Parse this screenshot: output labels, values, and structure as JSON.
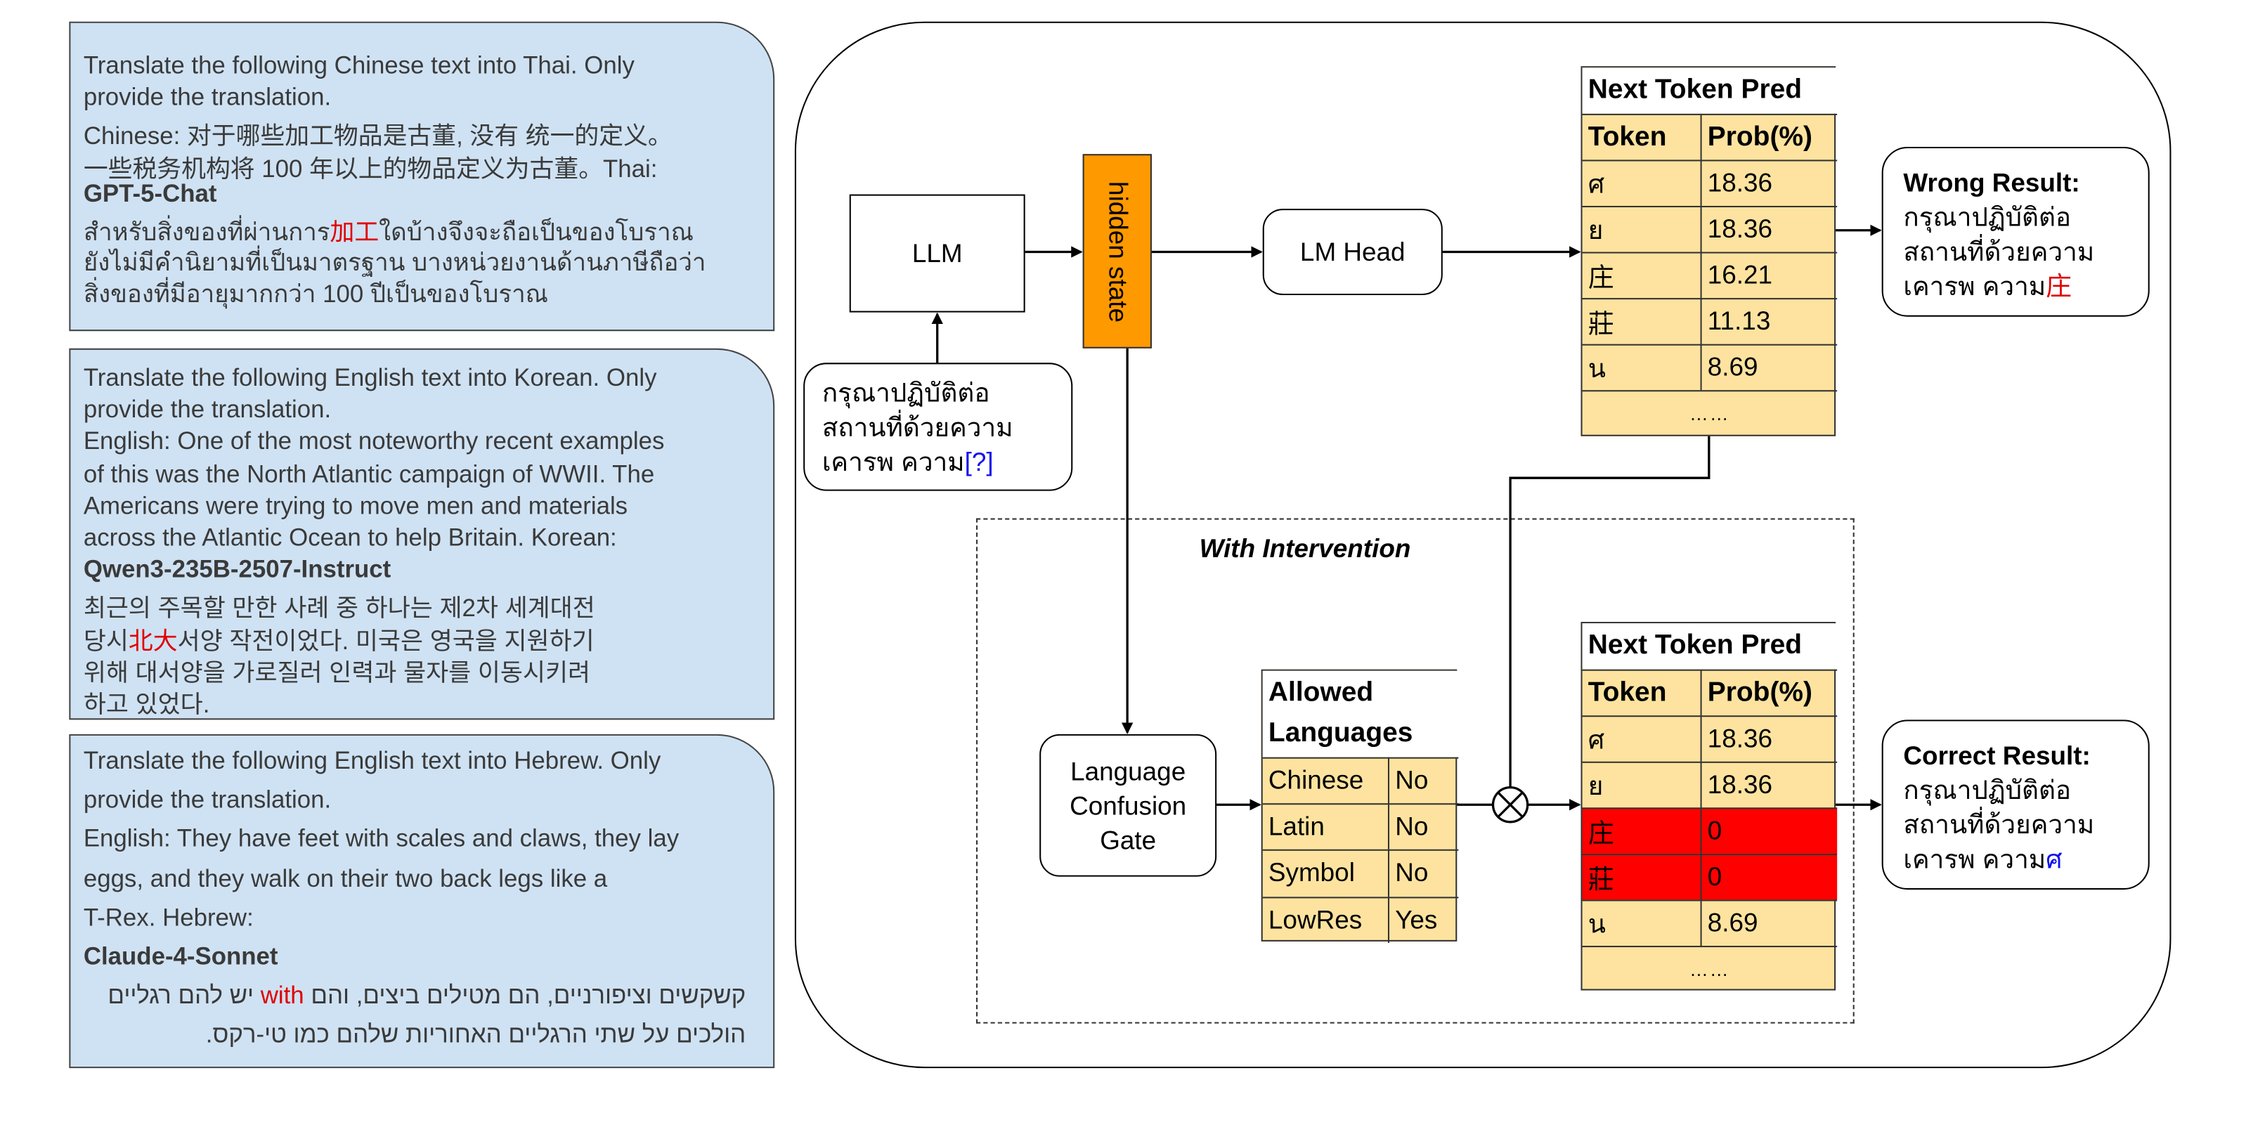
{
  "panels": [
    {
      "prompt_lines": [
        "Translate the following Chinese text into Thai. Only",
        "provide the translation.",
        "Chinese: 对于哪些加工物品是古董, 没有 统一的定义。",
        "一些税务机构将 100 年以上的物品定义为古董。Thai:"
      ],
      "model": "GPT-5-Chat",
      "output_lines": [
        {
          "pre": "สำหรับสิ่งของที่ผ่านการ",
          "hl": "加工",
          "post": "ใดบ้างจึงจะถือเป็นของโบราณ"
        },
        {
          "pre": "ยังไม่มีคำนิยามที่เป็นมาตรฐาน บางหน่วยงานด้านภาษีถือว่า",
          "hl": "",
          "post": ""
        },
        {
          "pre": "สิ่งของที่มีอายุมากกว่า 100 ปีเป็นของโบราณ",
          "hl": "",
          "post": ""
        }
      ]
    },
    {
      "prompt_lines": [
        "Translate the following English text into Korean. Only",
        "provide the translation.",
        "English: One of the most noteworthy recent examples",
        "of this was the North Atlantic campaign of WWII. The",
        "Americans were trying to move men and materials",
        "across the Atlantic Ocean to help Britain. Korean:"
      ],
      "model": "Qwen3-235B-2507-Instruct",
      "output_lines": [
        {
          "pre": "최근의 주목할 만한 사례 중 하나는 제2차 세계대전",
          "hl": "",
          "post": ""
        },
        {
          "pre": "당시",
          "hl": "北大",
          "post": "서양 작전이었다. 미국은 영국을 지원하기"
        },
        {
          "pre": "위해 대서양을 가로질러 인력과 물자를 이동시키려",
          "hl": "",
          "post": ""
        },
        {
          "pre": "하고 있었다.",
          "hl": "",
          "post": ""
        }
      ]
    },
    {
      "prompt_lines": [
        "Translate the following English text into Hebrew. Only",
        "provide the translation.",
        "English: They have feet with scales and claws, they lay",
        "eggs, and they walk on their two back legs like a",
        "T-Rex. Hebrew:"
      ],
      "model": "Claude-4-Sonnet",
      "output_lines": [
        {
          "pre": "קשקשים וציפורניים, הם מטילים ביצים, והם ",
          "hl": "with",
          "post": " יש להם רגליים"
        },
        {
          "pre": "הולכים על שתי הרגליים האחוריות שלהם כמו טי-רקס.",
          "hl": "",
          "post": ""
        }
      ]
    }
  ],
  "diagram": {
    "llm_label": "LLM",
    "hidden_state_label": "hidden state",
    "lm_head_label": "LM Head",
    "input": {
      "lines": [
        "กรุณาปฏิบัติต่อ",
        "สถานที่ด้วยความ"
      ],
      "last_pre": "เคารพ ความ",
      "last_hl": "[?]"
    },
    "intervention_label": "With Intervention",
    "gate_lines": [
      "Language",
      "Confusion",
      "Gate"
    ],
    "top_table": {
      "title": "Next Token Pred",
      "headers": [
        "Token",
        "Prob(%)"
      ],
      "rows": [
        [
          "ศ",
          "18.36"
        ],
        [
          "ย",
          "18.36"
        ],
        [
          "庄",
          "16.21"
        ],
        [
          "莊",
          "11.13"
        ],
        [
          "น",
          "8.69"
        ]
      ],
      "ellipsis": "……"
    },
    "bottom_table": {
      "title": "Next Token Pred",
      "headers": [
        "Token",
        "Prob(%)"
      ],
      "rows": [
        [
          "ศ",
          "18.36"
        ],
        [
          "ย",
          "18.36"
        ],
        [
          "庄",
          "0"
        ],
        [
          "莊",
          "0"
        ],
        [
          "น",
          "8.69"
        ]
      ],
      "masked_rows": [
        2,
        3
      ],
      "ellipsis": "……"
    },
    "allowed": {
      "title_lines": [
        "Allowed",
        "Languages"
      ],
      "rows": [
        [
          "Chinese",
          "No"
        ],
        [
          "Latin",
          "No"
        ],
        [
          "Symbol",
          "No"
        ],
        [
          "LowRes",
          "Yes"
        ]
      ]
    },
    "wrong": {
      "title": "Wrong Result:",
      "lines": [
        "กรุณาปฏิบัติต่อ",
        "สถานที่ด้วยความ"
      ],
      "last_pre": "เคารพ ความ",
      "last_hl": "庄"
    },
    "correct": {
      "title": "Correct Result:",
      "lines": [
        "กรุณาปฏิบัติต่อ",
        "สถานที่ด้วยความ"
      ],
      "last_pre": "เคารพ ความ",
      "last_hl": "ศ"
    }
  },
  "colors": {
    "panel_bg": "#cfe2f3",
    "table_bg": "#fde39f",
    "hidden_state": "#ff9900",
    "masked": "#ff0000",
    "error_text": "#e00000",
    "correct_text": "#1010ee"
  }
}
